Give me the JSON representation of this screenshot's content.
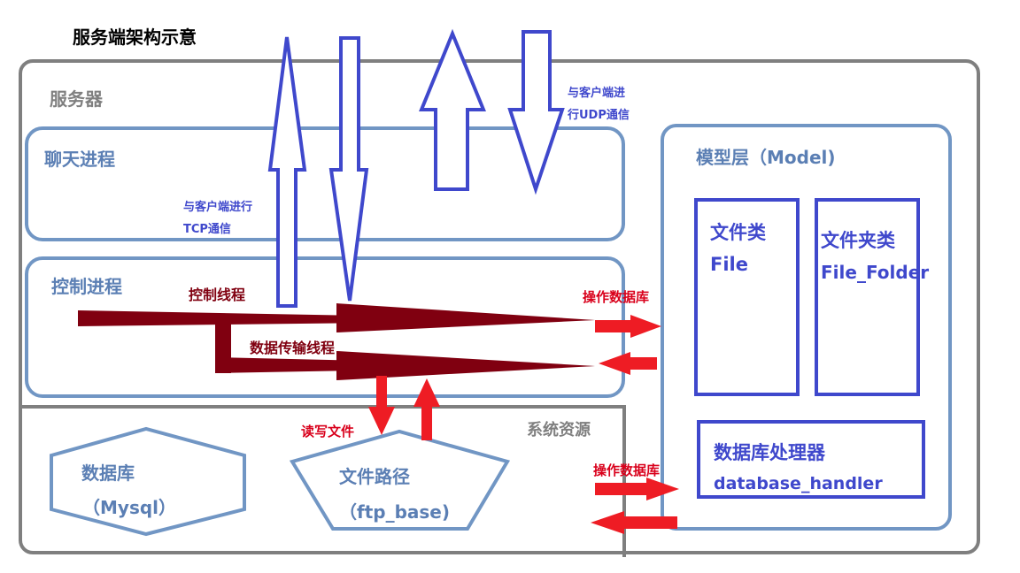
{
  "title": "服务端架构示意",
  "server": {
    "label": "服务器"
  },
  "chat": {
    "label": "聊天进程",
    "tcp_line1": "与客户端进行",
    "tcp_line2": "TCP通信"
  },
  "udp": {
    "line1": "与客户端进",
    "line2": "行UDP通信"
  },
  "control": {
    "label": "控制进程",
    "control_thread": "控制线程",
    "transfer_thread": "数据传输线程",
    "op_db": "操作数据库"
  },
  "system": {
    "label": "系统资源",
    "rw_files": "读写文件",
    "op_db": "操作数据库",
    "database": {
      "name": "数据库",
      "sub": "（Mysql）"
    },
    "file_path": {
      "name": "文件路径",
      "sub": "（ftp_base)"
    }
  },
  "model": {
    "label": "模型层（Model)",
    "file_class": {
      "name": "文件类",
      "sub": "File"
    },
    "folder_class": {
      "name": "文件夹类",
      "sub": "File_Folder"
    },
    "db_handler": {
      "name": "数据库处理器",
      "sub": "database_handler"
    }
  },
  "colors": {
    "box_gray": "#7f7f7f",
    "box_blue": "#7196c4",
    "arrow_blue": "#3f48cc",
    "thread_red": "#800010",
    "arrow_red": "#ee1c24",
    "heading_blue": "#5b7fb4",
    "text_red": "#d9001b",
    "text_darkred": "#800010",
    "text_blue": "#3f48cc"
  }
}
